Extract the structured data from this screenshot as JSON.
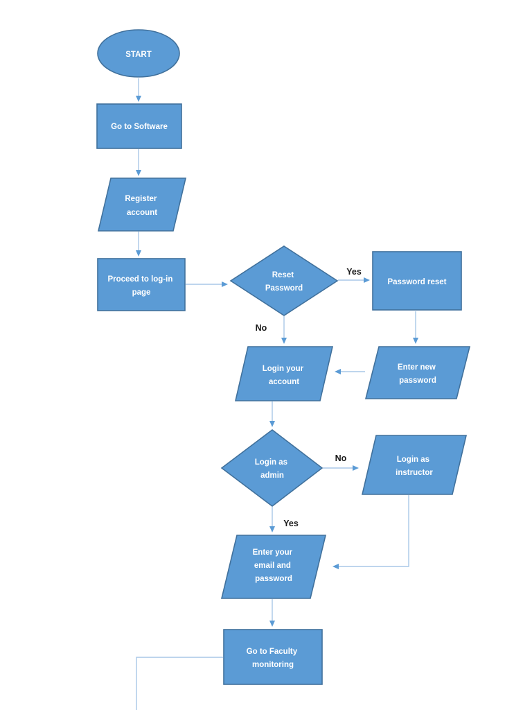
{
  "page": {
    "background": "#ffffff"
  },
  "diagram": {
    "colors": {
      "node_fill": "#5B9BD5",
      "node_border": "#41719C",
      "connector": "#A9C7E7",
      "arrowhead": "#5B9BD5",
      "node_text": "#FFFFFF",
      "edge_label_text": "#1A1A1A"
    },
    "nodes": {
      "start": {
        "shape": "terminator",
        "lines": [
          "START"
        ]
      },
      "go_to_software": {
        "shape": "process",
        "lines": [
          "Go to Software"
        ]
      },
      "register_account": {
        "shape": "input-output",
        "lines": [
          "Register",
          "account"
        ]
      },
      "proceed_login": {
        "shape": "process",
        "lines": [
          "Proceed to log-in",
          "page"
        ]
      },
      "reset_password": {
        "shape": "decision",
        "lines": [
          "Reset",
          "Password"
        ]
      },
      "password_reset": {
        "shape": "process",
        "lines": [
          "Password reset"
        ]
      },
      "enter_new_password": {
        "shape": "input-output",
        "lines": [
          "Enter new",
          "password"
        ]
      },
      "login_your_account": {
        "shape": "input-output",
        "lines": [
          "Login your",
          "account"
        ]
      },
      "login_as_admin": {
        "shape": "decision",
        "lines": [
          "Login as",
          "admin"
        ]
      },
      "login_as_instructor": {
        "shape": "input-output",
        "lines": [
          "Login as",
          "instructor"
        ]
      },
      "enter_email_password": {
        "shape": "input-output",
        "lines": [
          "Enter your",
          "email and",
          "password"
        ]
      },
      "faculty_monitoring": {
        "shape": "process",
        "lines": [
          "Go to Faculty",
          "monitoring"
        ]
      }
    },
    "edge_labels": {
      "reset_password_yes": "Yes",
      "reset_password_no": "No",
      "login_admin_no": "No",
      "login_admin_yes": "Yes"
    }
  }
}
